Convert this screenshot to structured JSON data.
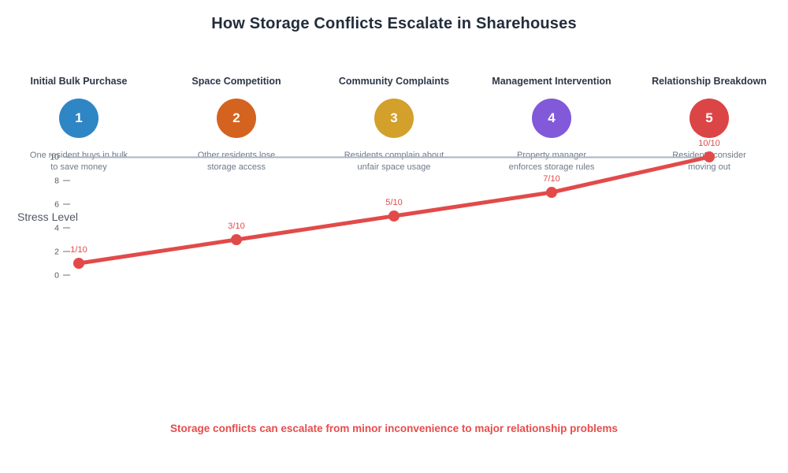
{
  "title": "How Storage Conflicts Escalate in Sharehouses",
  "conclusion": "Storage conflicts can escalate from minor inconvenience to major relationship problems",
  "colors": {
    "title_text": "#232d3b",
    "stage_title_text": "#2d3748",
    "description_text": "#6e7a8a",
    "axis_text": "#4f5663",
    "gridline": "#a9b4c2",
    "tick_dash": "#9aa0aa",
    "line": "#e24a4a",
    "conclusion_text": "#e74c4c"
  },
  "stages": [
    {
      "number": "1",
      "title": "Initial Bulk Purchase",
      "description_line1": "One resident buys in bulk",
      "description_line2": "to save money",
      "color": "#2e86c5",
      "stress_label": "1/10"
    },
    {
      "number": "2",
      "title": "Space Competition",
      "description_line1": "Other residents lose",
      "description_line2": "storage access",
      "color": "#d4631f",
      "stress_label": "3/10"
    },
    {
      "number": "3",
      "title": "Community Complaints",
      "description_line1": "Residents complain about",
      "description_line2": "unfair space usage",
      "color": "#d2a02b",
      "stress_label": "5/10"
    },
    {
      "number": "4",
      "title": "Management Intervention",
      "description_line1": "Property manager",
      "description_line2": "enforces storage rules",
      "color": "#8159d9",
      "stress_label": "7/10"
    },
    {
      "number": "5",
      "title": "Relationship Breakdown",
      "description_line1": "Residents consider",
      "description_line2": "moving out",
      "color": "#dc4545",
      "stress_label": "10/10"
    }
  ],
  "chart_data": {
    "type": "line",
    "categories": [
      "Initial Bulk Purchase",
      "Space Competition",
      "Community Complaints",
      "Management Intervention",
      "Relationship Breakdown"
    ],
    "x": [
      1,
      2,
      3,
      4,
      5
    ],
    "values": [
      1,
      3,
      5,
      7,
      10
    ],
    "point_labels": [
      "1/10",
      "3/10",
      "5/10",
      "7/10",
      "10/10"
    ],
    "ylabel": "Stress Level",
    "xlabel": "",
    "yticks": [
      0,
      2,
      4,
      6,
      8,
      10
    ],
    "ylim": [
      0,
      10
    ],
    "grid": "single horizontal gridline at y=10 only",
    "legend": "none",
    "line_color": "#e24a4a",
    "marker": "circle"
  }
}
